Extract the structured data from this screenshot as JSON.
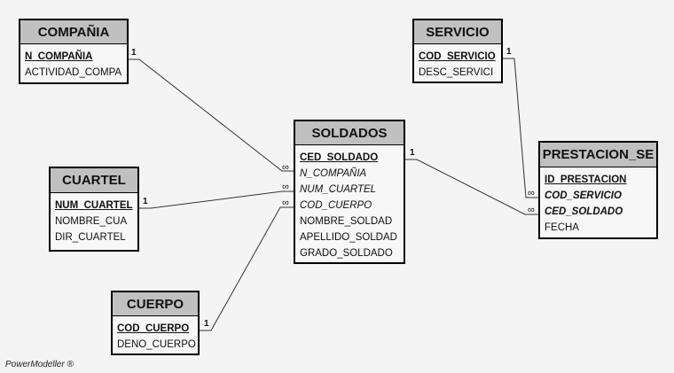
{
  "entities": {
    "compania": {
      "title": "COMPAÑIA",
      "attributes": [
        {
          "name": "N_COMPAÑIA",
          "role": "pk"
        },
        {
          "name": "ACTIVIDAD_COMPA",
          "role": "attr"
        }
      ]
    },
    "servicio": {
      "title": "SERVICIO",
      "attributes": [
        {
          "name": "COD_SERVICIO",
          "role": "pk"
        },
        {
          "name": "DESC_SERVICI",
          "role": "attr"
        }
      ]
    },
    "soldados": {
      "title": "SOLDADOS",
      "attributes": [
        {
          "name": "CED_SOLDADO",
          "role": "pk"
        },
        {
          "name": "N_COMPAÑIA",
          "role": "fk"
        },
        {
          "name": "NUM_CUARTEL",
          "role": "fk"
        },
        {
          "name": "COD_CUERPO",
          "role": "fk"
        },
        {
          "name": "NOMBRE_SOLDAD",
          "role": "attr"
        },
        {
          "name": "APELLIDO_SOLDAD",
          "role": "attr"
        },
        {
          "name": "GRADO_SOLDADO",
          "role": "attr"
        }
      ]
    },
    "cuartel": {
      "title": "CUARTEL",
      "attributes": [
        {
          "name": "NUM_CUARTEL",
          "role": "pk"
        },
        {
          "name": "NOMBRE_CUA",
          "role": "attr"
        },
        {
          "name": "DIR_CUARTEL",
          "role": "attr"
        }
      ]
    },
    "prestacion": {
      "title": "PRESTACION_SE",
      "attributes": [
        {
          "name": "ID_PRESTACION",
          "role": "pk"
        },
        {
          "name": "COD_SERVICIO",
          "role": "pkfk"
        },
        {
          "name": "CED_SOLDADO",
          "role": "pkfk"
        },
        {
          "name": "FECHA",
          "role": "attr"
        }
      ]
    },
    "cuerpo": {
      "title": "CUERPO",
      "attributes": [
        {
          "name": "COD_CUERPO",
          "role": "pk"
        },
        {
          "name": "DENO_CUERPO",
          "role": "attr"
        }
      ]
    }
  },
  "relationships": [
    {
      "from": "COMPAÑIA",
      "to": "SOLDADOS",
      "from_card": "1",
      "to_card": "∞"
    },
    {
      "from": "CUARTEL",
      "to": "SOLDADOS",
      "from_card": "1",
      "to_card": "∞"
    },
    {
      "from": "CUERPO",
      "to": "SOLDADOS",
      "from_card": "1",
      "to_card": "∞"
    },
    {
      "from": "SERVICIO",
      "to": "PRESTACION_SE",
      "from_card": "1",
      "to_card": "∞"
    },
    {
      "from": "SOLDADOS",
      "to": "PRESTACION_SE",
      "from_card": "1",
      "to_card": "∞"
    }
  ],
  "labels": {
    "one": "1",
    "many": "∞"
  },
  "footer": "PowerModeller  ®"
}
